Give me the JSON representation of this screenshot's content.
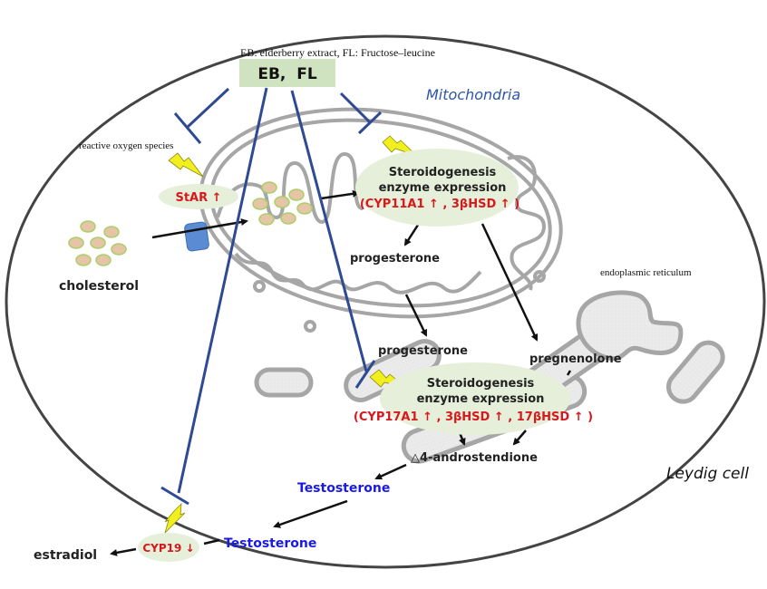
{
  "legend_note": "EB: elderberry extract, FL: Fructose–leucine",
  "treatment_label": "EB,  FL",
  "labels": {
    "mitochondria": "Mitochondria",
    "leydig_cell": "Leydig cell",
    "endoplasmic_reticulum": "endoplasmic reticulum",
    "reactive_oxygen_species": "reactive oxygen species",
    "cholesterol": "cholesterol",
    "star": "StAR ↑",
    "progesterone_mito": "progesterone",
    "progesterone_er": "progesterone",
    "pregnenolone": "pregnenolone",
    "androstenedione": "△4-androstendione",
    "testosterone_inside": "Testosterone",
    "testosterone_outside": "Testosterone",
    "estradiol": "estradiol",
    "cyp19": "CYP19 ↓"
  },
  "enzyme_box_mito": {
    "line1": "Steroidogenesis",
    "line2": "enzyme expression",
    "line3": "(CYP11A1 ↑ , 3βHSD ↑ )"
  },
  "enzyme_box_er": {
    "line1": "Steroidogenesis",
    "line2": "enzyme expression",
    "line3": "(CYP17A1 ↑ , 3βHSD ↑ , 17βHSD ↑ )"
  },
  "colors": {
    "inhibit_line": "#2e4a93",
    "text_red": "#d7191c",
    "text_blue": "#1a1ae6",
    "mito_label": "#2e56a8",
    "bubble_fill": "#e6efd9",
    "treatment_fill": "#cfe3c0",
    "organelle_stroke": "#a6a6a6",
    "er_fill": "#ececec",
    "cholesterol_fill": "#e6c4a6",
    "cholesterol_stroke": "#a9cf6a",
    "transporter_fill": "#5b8bd3",
    "bolt_fill": "#f2ef1e"
  }
}
